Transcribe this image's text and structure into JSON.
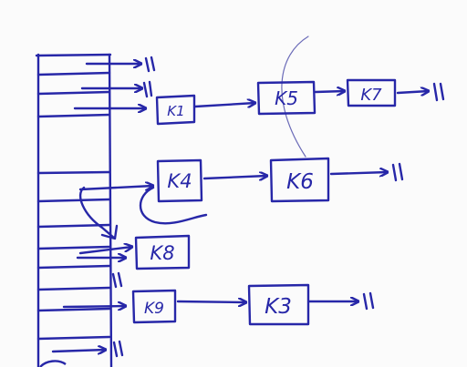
{
  "ink_color": "#2727a8",
  "paper_color": "#fbfbfb",
  "nodes": [
    {
      "label": "K1"
    },
    {
      "label": "K5"
    },
    {
      "label": "K7"
    },
    {
      "label": "K4"
    },
    {
      "label": "K6"
    },
    {
      "label": "K8"
    },
    {
      "label": "K9"
    },
    {
      "label": "K3"
    }
  ],
  "terminator_symbol": "//"
}
